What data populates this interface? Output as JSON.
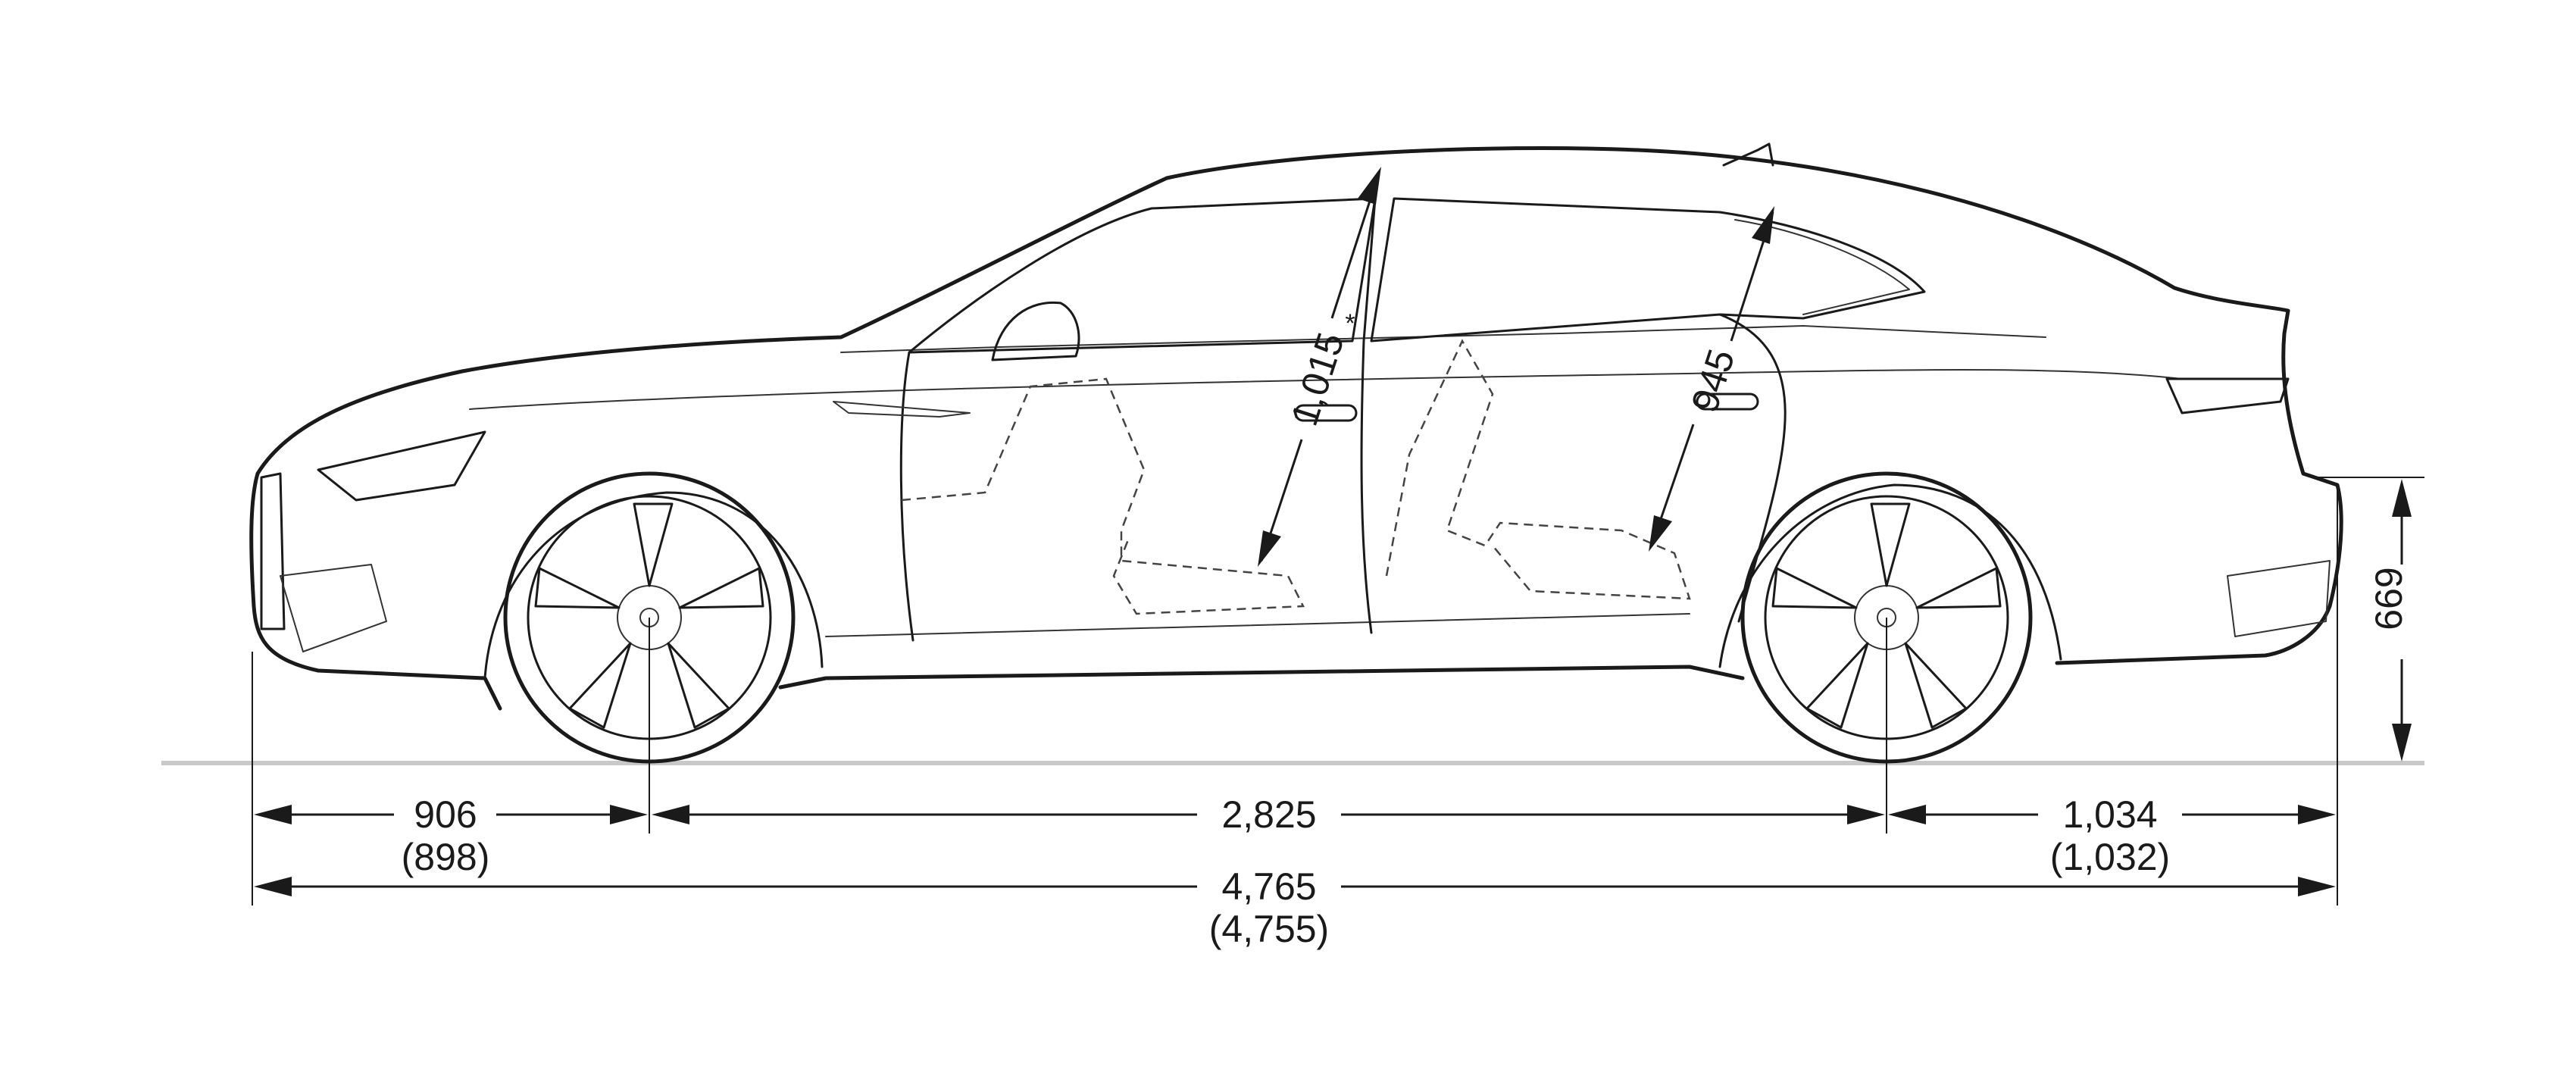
{
  "dimensions": {
    "front_overhang": {
      "value": "906",
      "alt": "(898)"
    },
    "wheelbase": {
      "value": "2,825"
    },
    "rear_overhang": {
      "value": "1,034",
      "alt": "(1,032)"
    },
    "overall_length": {
      "value": "4,765",
      "alt": "(4,755)"
    },
    "rear_height": {
      "value": "669"
    },
    "front_headroom": {
      "value": "1,015",
      "note": "*"
    },
    "rear_headroom": {
      "value": "945"
    }
  },
  "colors": {
    "line": "#1a1a1a",
    "ground": "#c8c8c8",
    "background": "#ffffff"
  }
}
